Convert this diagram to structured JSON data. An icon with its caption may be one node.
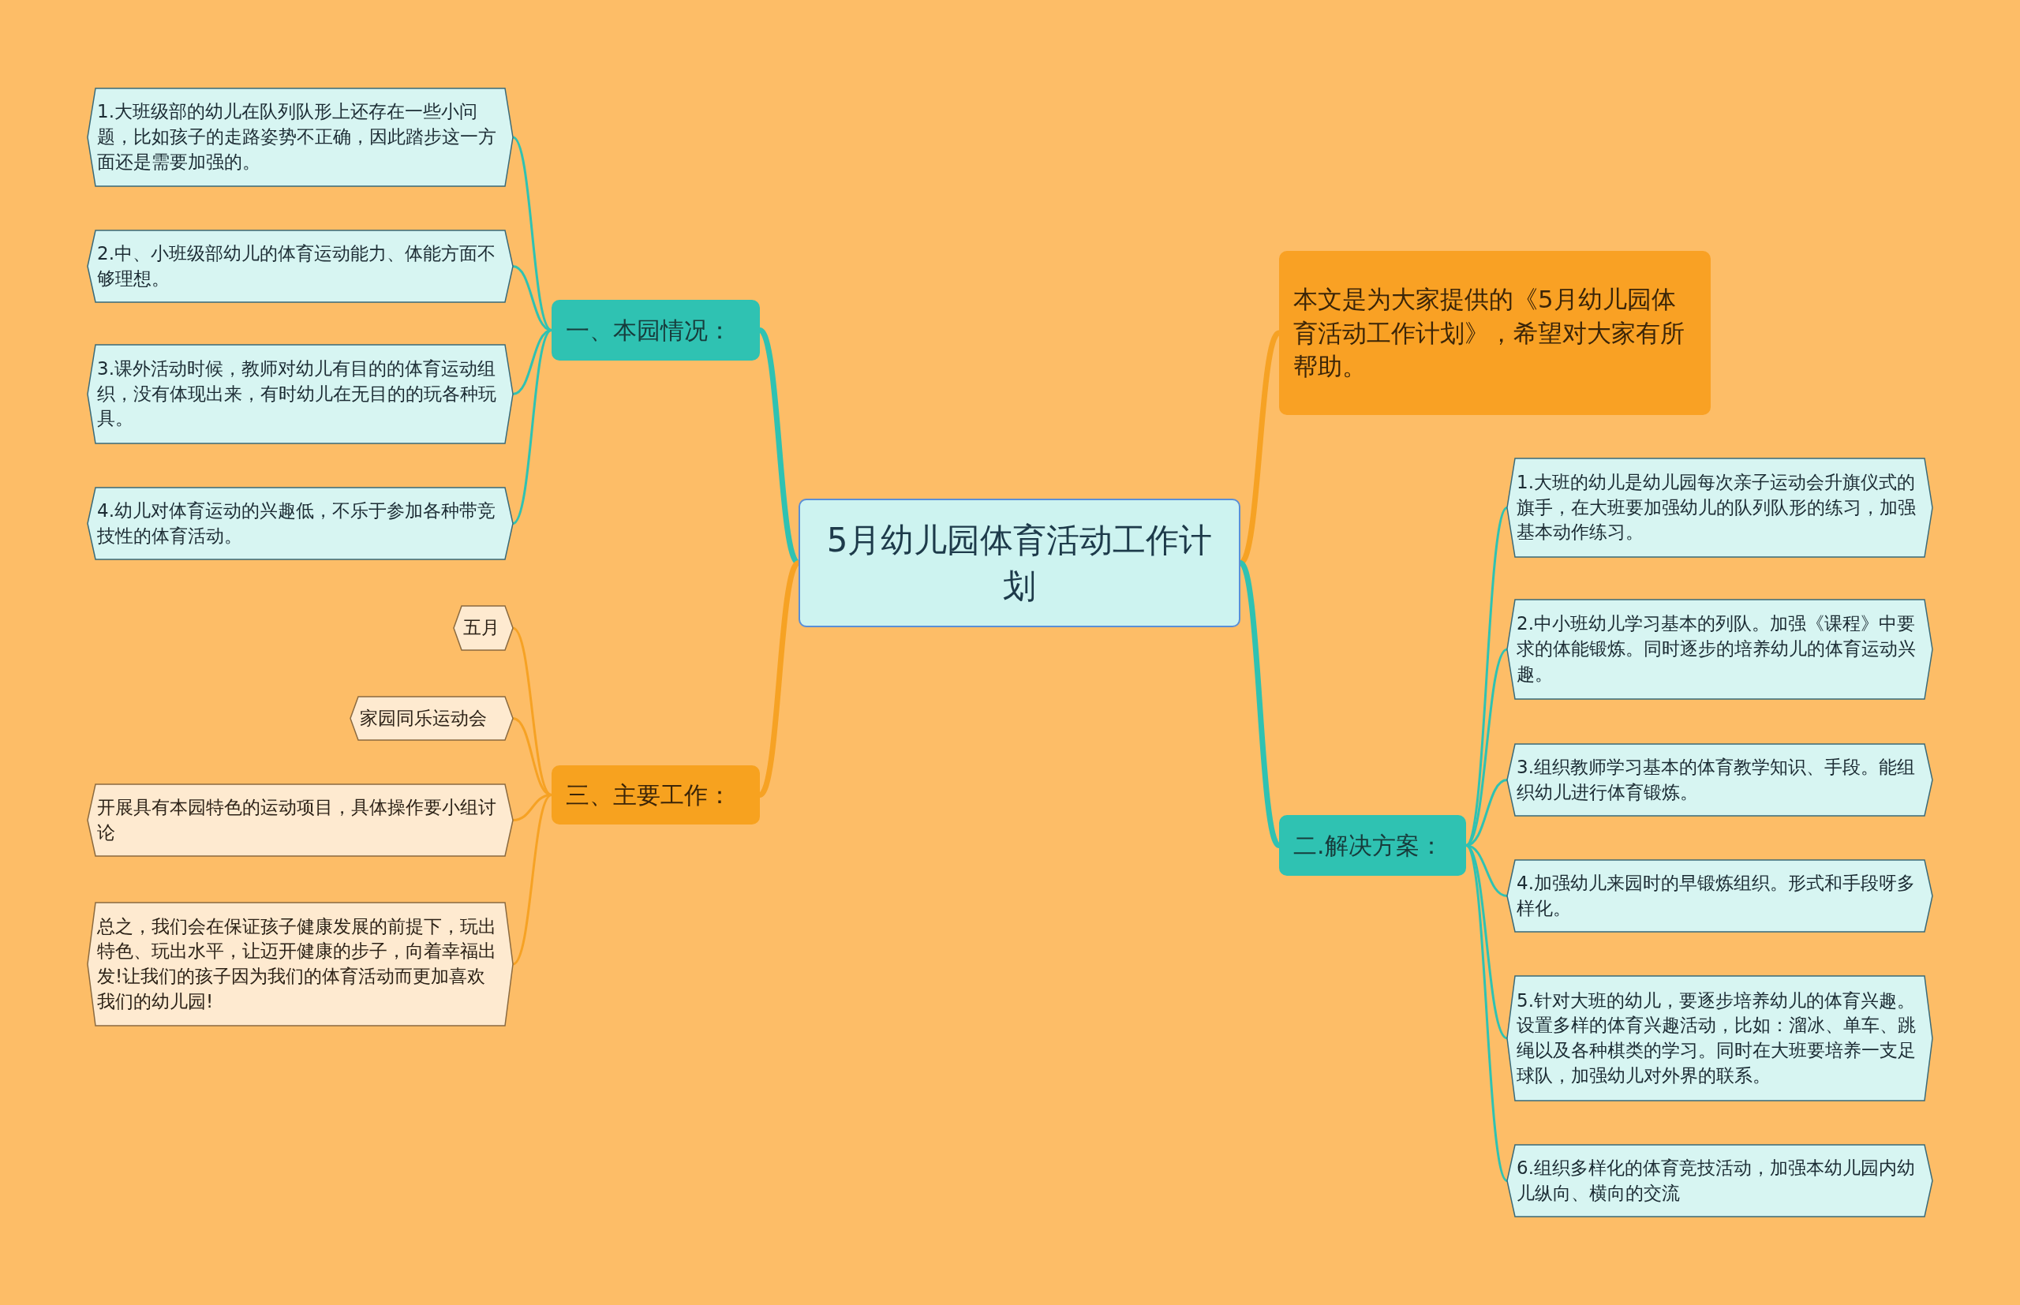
{
  "diagram": {
    "nodes": [
      {
        "text": [
          "5月幼儿园体育活动工作计划"
        ]
      },
      {
        "text": [
          "一、本园情况："
        ]
      },
      {
        "text": [
          "1.大班级部的幼儿在队列队形上还存在一些小问题，比如孩子的走路姿势不正确，因此踏步这一方面还是需要加强的。"
        ]
      },
      {
        "text": [
          "2.中、小班级部幼儿的体育运动能力、体能方面不够理想。"
        ]
      },
      {
        "text": [
          "3.课外活动时候，教师对幼儿有目的的体育运动组织，没有体现出来，有时幼儿在无目的的玩各种玩具。"
        ]
      },
      {
        "text": [
          "4.幼儿对体育运动的兴趣低，不乐于参加各种带竞技性的体育活动。"
        ]
      },
      {
        "text": [
          "三、主要工作："
        ]
      },
      {
        "text": [
          "五月"
        ]
      },
      {
        "text": [
          "家园同乐运动会"
        ]
      },
      {
        "text": [
          "开展具有本园特色的运动项目，具体操作要小组讨论"
        ]
      },
      {
        "text": [
          "总之，我们会在保证孩子健康发展的前提下，玩出特色、玩出水平，让迈开健康的步子，向着幸福出发!让我们的孩子因为我们的体育活动而更加喜欢我们的幼儿园!"
        ]
      },
      {
        "text": [
          "本文是为大家提供的《5月幼儿园体育活动工作计划》，希望对大家有所帮助。"
        ]
      },
      {
        "text": [
          "二.解决方案："
        ]
      },
      {
        "text": [
          "1.大班的幼儿是幼儿园每次亲子运动会升旗仪式的旗手，在大班要加强幼儿的队列队形的练习，加强基本动作练习。"
        ]
      },
      {
        "text": [
          "2.中小班幼儿学习基本的列队。加强《课程》中要求的体能锻炼。同时逐步的培养幼儿的体育运动兴趣。"
        ]
      },
      {
        "text": [
          "3.组织教师学习基本的体育教学知识、手段。能组织幼儿进行体育锻炼。"
        ]
      },
      {
        "text": [
          "4.加强幼儿来园时的早锻炼组织。形式和手段呀多样化。"
        ]
      },
      {
        "text": [
          "5.针对大班的幼儿，要逐步培养幼儿的体育兴趣。设置多样的体育兴趣活动，比如：溜冰、单车、跳绳以及各种棋类的学习。同时在大班要培养一支足球队，加强幼儿对外界的联系。"
        ]
      },
      {
        "text": [
          "6.组织多样化的体育竞技活动，加强本幼儿园内幼儿纵向、横向的交流"
        ]
      }
    ],
    "edges": [
      {
        "from": 0,
        "to": 1,
        "arrow": "none",
        "style": "thick"
      },
      {
        "from": 1,
        "to": 2,
        "arrow": "none"
      },
      {
        "from": 1,
        "to": 3,
        "arrow": "none"
      },
      {
        "from": 1,
        "to": 4,
        "arrow": "none"
      },
      {
        "from": 1,
        "to": 5,
        "arrow": "none"
      },
      {
        "from": 0,
        "to": 6,
        "arrow": "none",
        "style": "thick",
        "color": "#f6a224"
      },
      {
        "from": 6,
        "to": 7,
        "arrow": "none",
        "color": "#f6a224"
      },
      {
        "from": 6,
        "to": 8,
        "arrow": "none",
        "color": "#f6a224"
      },
      {
        "from": 6,
        "to": 9,
        "arrow": "none",
        "color": "#f6a224"
      },
      {
        "from": 6,
        "to": 10,
        "arrow": "none",
        "color": "#f6a224"
      },
      {
        "from": 0,
        "to": 11,
        "arrow": "none",
        "style": "thick",
        "color": "#f6a224"
      },
      {
        "from": 0,
        "to": 12,
        "arrow": "none",
        "style": "thick"
      },
      {
        "from": 12,
        "to": 13,
        "arrow": "none"
      },
      {
        "from": 12,
        "to": 14,
        "arrow": "none"
      },
      {
        "from": 12,
        "to": 15,
        "arrow": "none"
      },
      {
        "from": 12,
        "to": 16,
        "arrow": "none"
      },
      {
        "from": 12,
        "to": 17,
        "arrow": "none"
      },
      {
        "from": 12,
        "to": 18,
        "arrow": "none"
      }
    ]
  }
}
